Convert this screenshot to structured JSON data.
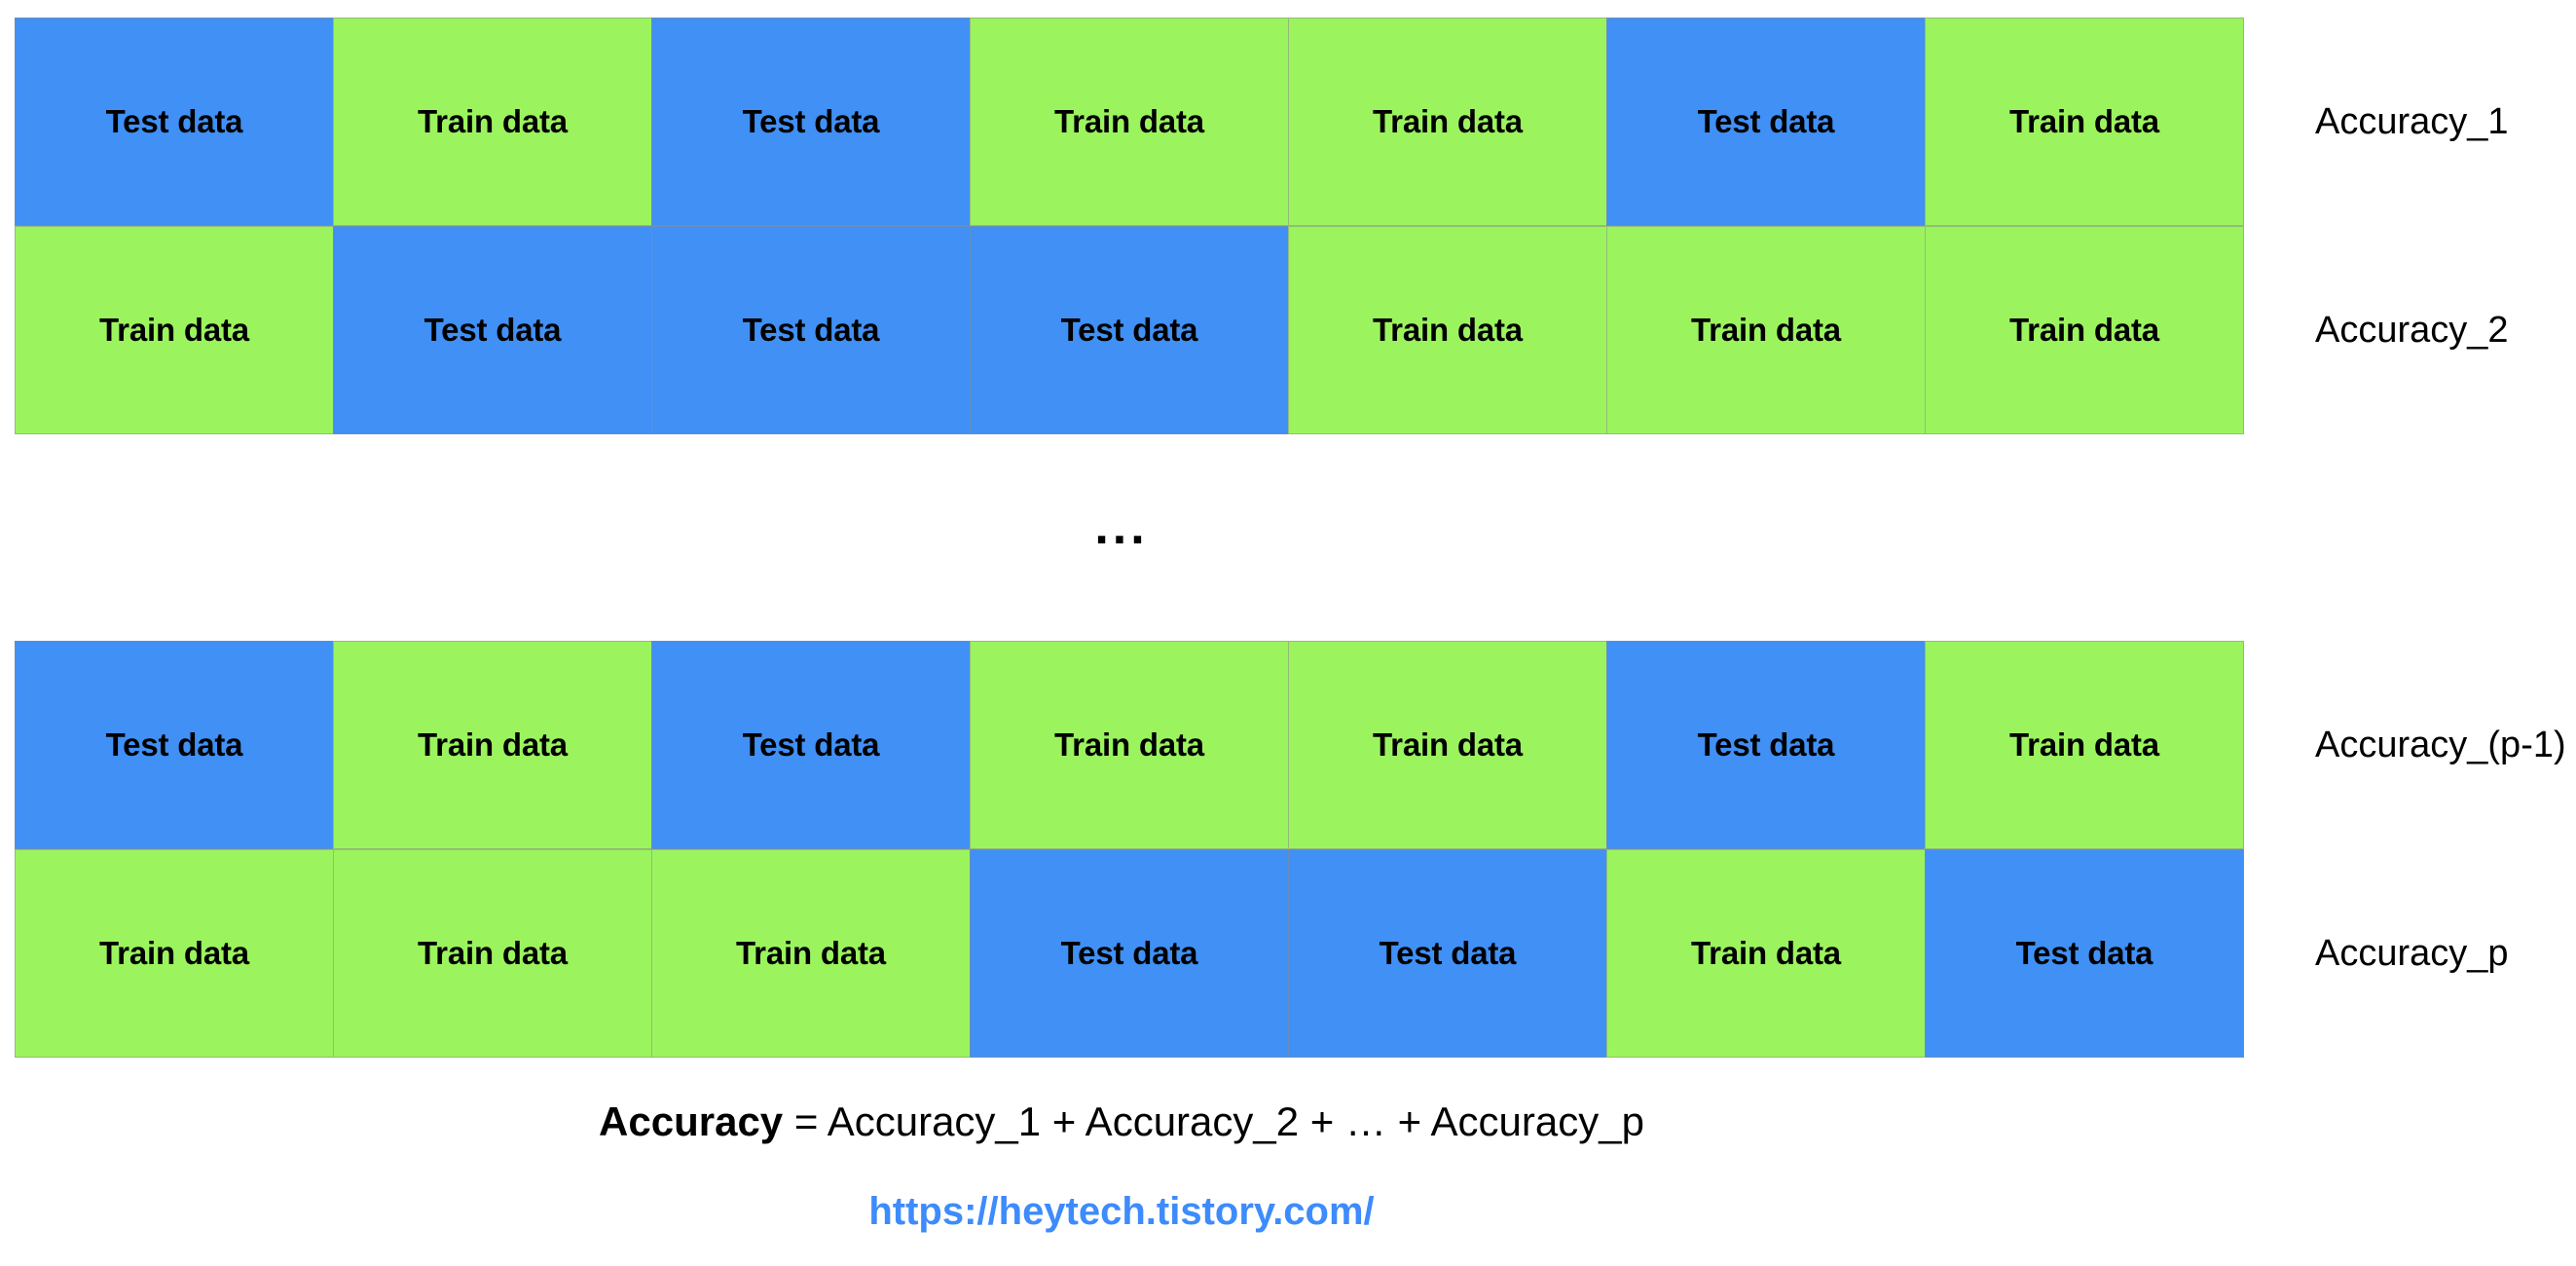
{
  "colors": {
    "test_cell": "#4090f5",
    "train_cell": "#9bf45e",
    "cell_border": "#8c8c8c",
    "text": "#000000",
    "link": "#3d8bfd",
    "background": "#ffffff"
  },
  "labels": {
    "test": "Test data",
    "train": "Train data"
  },
  "blocks": [
    {
      "id": "block-top",
      "rows": [
        {
          "label": "Accuracy_1",
          "cells": [
            {
              "kind": "test",
              "text": "Test data"
            },
            {
              "kind": "train",
              "text": "Train data"
            },
            {
              "kind": "test",
              "text": "Test data"
            },
            {
              "kind": "train",
              "text": "Train data"
            },
            {
              "kind": "train",
              "text": "Train data"
            },
            {
              "kind": "test",
              "text": "Test data"
            },
            {
              "kind": "train",
              "text": "Train data"
            }
          ]
        },
        {
          "label": "Accuracy_2",
          "cells": [
            {
              "kind": "train",
              "text": "Train data"
            },
            {
              "kind": "test",
              "text": "Test data"
            },
            {
              "kind": "test",
              "text": "Test data"
            },
            {
              "kind": "test",
              "text": "Test data"
            },
            {
              "kind": "train",
              "text": "Train data"
            },
            {
              "kind": "train",
              "text": "Train data"
            },
            {
              "kind": "train",
              "text": "Train data"
            }
          ]
        }
      ]
    },
    {
      "id": "block-bottom",
      "rows": [
        {
          "label": "Accuracy_(p-1)",
          "cells": [
            {
              "kind": "test",
              "text": "Test data"
            },
            {
              "kind": "train",
              "text": "Train data"
            },
            {
              "kind": "test",
              "text": "Test data"
            },
            {
              "kind": "train",
              "text": "Train data"
            },
            {
              "kind": "train",
              "text": "Train data"
            },
            {
              "kind": "test",
              "text": "Test data"
            },
            {
              "kind": "train",
              "text": "Train data"
            }
          ]
        },
        {
          "label": "Accuracy_p",
          "cells": [
            {
              "kind": "train",
              "text": "Train data"
            },
            {
              "kind": "train",
              "text": "Train data"
            },
            {
              "kind": "train",
              "text": "Train data"
            },
            {
              "kind": "test",
              "text": "Test data"
            },
            {
              "kind": "test",
              "text": "Test data"
            },
            {
              "kind": "train",
              "text": "Train data"
            },
            {
              "kind": "test",
              "text": "Test data"
            }
          ]
        }
      ]
    }
  ],
  "vertical_ellipsis": "...",
  "formula": {
    "lhs": "Accuracy",
    "rhs": " = Accuracy_1 + Accuracy_2 + … + Accuracy_p"
  },
  "source_url": "https://heytech.tistory.com/"
}
